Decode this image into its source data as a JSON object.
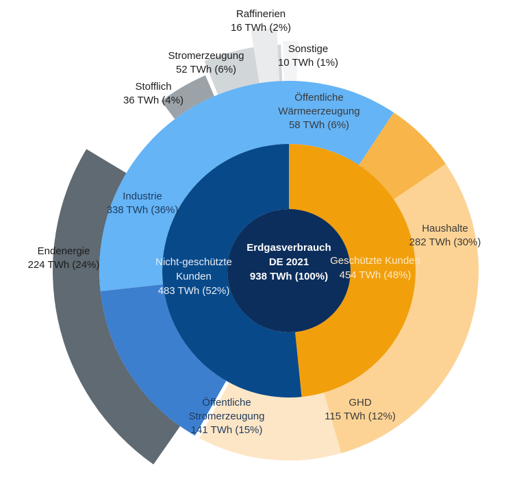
{
  "chart_data": {
    "type": "sunburst",
    "unit": "TWh",
    "center": {
      "lines": [
        "Erdgasverbrauch",
        "DE 2021",
        "938 TWh (100%)"
      ],
      "value": 938,
      "color": "#0c2e5c"
    },
    "ring1": [
      {
        "id": "ngk",
        "lines": [
          "Nicht-geschützte",
          "Kunden",
          "483 TWh (52%)"
        ],
        "value": 483,
        "percent": 52,
        "color": "#08498a",
        "text_color": "#e8edf4"
      },
      {
        "id": "gk",
        "lines": [
          "Geschützte Kunden",
          "454 TWh (48%)"
        ],
        "value": 454,
        "percent": 48,
        "color": "#f29f0c",
        "text_color": "#fbe9c8"
      }
    ],
    "ring2": [
      {
        "id": "oes",
        "lines": [
          "Öffentliche",
          "Stromerzeugung",
          "141 TWh (15%)"
        ],
        "value": 141,
        "percent": 15,
        "color": "#3d7fcf",
        "text_color": "#1f3a5c"
      },
      {
        "id": "ind",
        "lines": [
          "Industrie",
          "338 TWh (36%)"
        ],
        "value": 338,
        "percent": 36,
        "color": "#64b4f6",
        "text_color": "#1f3a5c"
      },
      {
        "id": "oew",
        "lines": [
          "Öffentliche",
          "Wärmeerzeugung",
          "58 TWh (6%)"
        ],
        "value": 58,
        "percent": 6,
        "color": "#f8b54a",
        "text_color": "#3a3a3a"
      },
      {
        "id": "hh",
        "lines": [
          "Haushalte",
          "282 TWh (30%)"
        ],
        "value": 282,
        "percent": 30,
        "color": "#fdd395",
        "text_color": "#3a3a3a"
      },
      {
        "id": "ghd",
        "lines": [
          "GHD",
          "115 TWh (12%)"
        ],
        "value": 115,
        "percent": 12,
        "color": "#fde6c6",
        "text_color": "#3a3a3a"
      }
    ],
    "ring3": [
      {
        "id": "end",
        "lines": [
          "Endenergie",
          "224 TWh (24%)"
        ],
        "value": 224,
        "percent": 24,
        "color": "#5f6a72",
        "text_color": "#1c1c1c"
      },
      {
        "id": "sto",
        "lines": [
          "Stofflich",
          "36 TWh (4%)"
        ],
        "value": 36,
        "percent": 4,
        "color": "#9ba3a9",
        "text_color": "#1c1c1c"
      },
      {
        "id": "str",
        "lines": [
          "Stromerzeugung",
          "52 TWh (6%)"
        ],
        "value": 52,
        "percent": 6,
        "color": "#d1d6d9",
        "text_color": "#1c1c1c"
      },
      {
        "id": "raf",
        "lines": [
          "Raffinerien",
          "16 TWh (2%)"
        ],
        "value": 16,
        "percent": 2,
        "color": "#e9ebec",
        "text_color": "#1c1c1c"
      },
      {
        "id": "son",
        "lines": [
          "Sonstige",
          "10 TWh (1%)"
        ],
        "value": 10,
        "percent": 1,
        "color": "#f3f4f5",
        "text_color": "#1c1c1c"
      }
    ]
  }
}
